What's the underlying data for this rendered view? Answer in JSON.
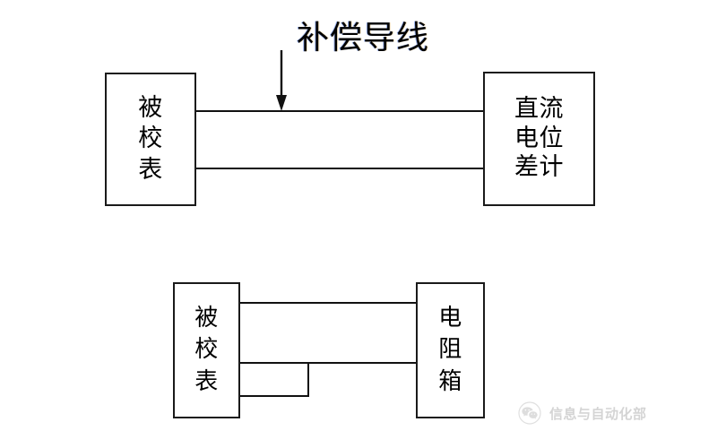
{
  "diagram": {
    "title": "",
    "type": "wiring-diagram",
    "background_color": "#ffffff",
    "line_color": "#111111",
    "text_color": "#000000"
  },
  "annotation": {
    "label": "补偿导线",
    "arrow_icon": "down-arrow-icon"
  },
  "top_circuit": {
    "name": "thermocouple-potentiometer-circuit",
    "left_box": {
      "name": "meter-under-calibration",
      "lines": [
        "被",
        "校",
        "表"
      ]
    },
    "right_box": {
      "name": "dc-potentiometer",
      "lines": [
        "直流",
        "电位",
        "差计"
      ]
    },
    "wires": [
      {
        "name": "compensating-wire-upper"
      },
      {
        "name": "compensating-wire-lower"
      }
    ]
  },
  "bottom_circuit": {
    "name": "resistance-box-circuit",
    "left_box": {
      "name": "meter-under-calibration",
      "lines": [
        "被",
        "校",
        "表"
      ]
    },
    "right_box": {
      "name": "resistance-box",
      "lines": [
        "电",
        "阻",
        "箱"
      ]
    },
    "wires": [
      {
        "name": "signal-wire-upper"
      },
      {
        "name": "signal-wire-middle"
      },
      {
        "name": "short-circuit-jumper"
      }
    ]
  },
  "watermark": {
    "text": "信息与自动化部",
    "logo_icon": "wechat-logo-icon",
    "color": "#9a9a9a"
  }
}
